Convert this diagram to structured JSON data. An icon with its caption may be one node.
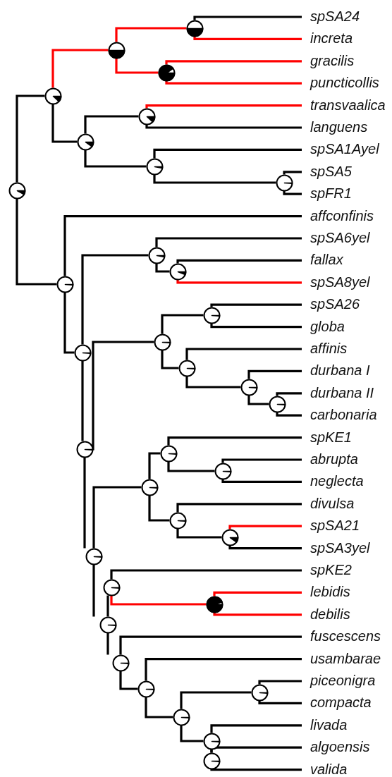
{
  "diagram": {
    "nodes": [
      {
        "text": [
          "spSA24"
        ]
      },
      {
        "text": [
          "increta"
        ]
      },
      {
        "text": [
          "gracilis"
        ]
      },
      {
        "text": [
          "puncticollis"
        ]
      },
      {
        "text": [
          "transvaalica"
        ]
      },
      {
        "text": [
          "languens"
        ]
      },
      {
        "text": [
          "spSA1Ayel"
        ]
      },
      {
        "text": [
          "spSA5"
        ]
      },
      {
        "text": [
          "spFR1"
        ]
      },
      {
        "text": [
          "affconfinis"
        ]
      },
      {
        "text": [
          "spSA6yel"
        ]
      },
      {
        "text": [
          "fallax"
        ]
      },
      {
        "text": [
          "spSA8yel"
        ]
      },
      {
        "text": [
          "spSA26"
        ]
      },
      {
        "text": [
          "globa"
        ]
      },
      {
        "text": [
          "affinis"
        ]
      },
      {
        "text": [
          "durbana I"
        ]
      },
      {
        "text": [
          "durbana II"
        ]
      },
      {
        "text": [
          "carbonaria"
        ]
      },
      {
        "text": [
          "spKE1"
        ]
      },
      {
        "text": [
          "abrupta"
        ]
      },
      {
        "text": [
          "neglecta"
        ]
      },
      {
        "text": [
          "divulsa"
        ]
      },
      {
        "text": [
          "spSA21"
        ]
      },
      {
        "text": [
          "spSA3yel"
        ]
      },
      {
        "text": [
          "spKE2"
        ]
      },
      {
        "text": [
          "lebidis"
        ]
      },
      {
        "text": [
          "debilis"
        ]
      },
      {
        "text": [
          "fuscescens"
        ]
      },
      {
        "text": [
          "usambarae"
        ]
      },
      {
        "text": [
          "piceonigra"
        ]
      },
      {
        "text": [
          "compacta"
        ]
      },
      {
        "text": [
          "livada"
        ]
      },
      {
        "text": [
          "algoensis"
        ]
      },
      {
        "text": [
          "valida"
        ]
      },
      {
        "text": [],
        "shape": "circle"
      },
      {
        "text": [],
        "shape": "circle"
      },
      {
        "text": [],
        "shape": "circle"
      },
      {
        "text": [],
        "shape": "circle"
      },
      {
        "text": [],
        "shape": "circle"
      },
      {
        "text": [],
        "shape": "circle"
      },
      {
        "text": [],
        "shape": "circle"
      },
      {
        "text": [],
        "shape": "circle"
      },
      {
        "text": [],
        "shape": "circle"
      },
      {
        "text": [],
        "shape": "circle"
      },
      {
        "text": [],
        "shape": "circle"
      },
      {
        "text": [],
        "shape": "circle"
      },
      {
        "text": [],
        "shape": "circle"
      },
      {
        "text": [],
        "shape": "circle"
      },
      {
        "text": [],
        "shape": "circle"
      },
      {
        "text": [],
        "shape": "circle"
      },
      {
        "text": [],
        "shape": "circle"
      },
      {
        "text": [],
        "shape": "circle"
      },
      {
        "text": [],
        "shape": "circle"
      },
      {
        "text": [],
        "shape": "circle"
      },
      {
        "text": [],
        "shape": "circle"
      },
      {
        "text": [],
        "shape": "circle"
      },
      {
        "text": [],
        "shape": "circle"
      },
      {
        "text": [],
        "shape": "circle"
      },
      {
        "text": [],
        "shape": "circle"
      },
      {
        "text": [],
        "shape": "circle"
      },
      {
        "text": [],
        "shape": "circle"
      },
      {
        "text": [],
        "shape": "circle"
      },
      {
        "text": [],
        "shape": "circle"
      },
      {
        "text": [],
        "shape": "circle"
      },
      {
        "text": [],
        "shape": "circle"
      },
      {
        "text": [],
        "shape": "circle"
      },
      {
        "text": [],
        "shape": "circle"
      },
      {
        "text": [],
        "shape": "circle"
      }
    ],
    "edges": [
      {
        "from": 43,
        "to": 38,
        "arrow": "none"
      },
      {
        "from": 43,
        "to": 46,
        "arrow": "none"
      },
      {
        "from": 38,
        "to": 36,
        "arrow": "none",
        "color": "#ff0000"
      },
      {
        "from": 38,
        "to": 40,
        "arrow": "none"
      },
      {
        "from": 36,
        "to": 35,
        "arrow": "none",
        "color": "#ff0000"
      },
      {
        "from": 36,
        "to": 37,
        "arrow": "none",
        "color": "#ff0000"
      },
      {
        "from": 35,
        "to": 0,
        "arrow": "none"
      },
      {
        "from": 35,
        "to": 1,
        "arrow": "none",
        "color": "#ff0000"
      },
      {
        "from": 37,
        "to": 2,
        "arrow": "none",
        "color": "#ff0000"
      },
      {
        "from": 37,
        "to": 3,
        "arrow": "none",
        "color": "#ff0000"
      },
      {
        "from": 40,
        "to": 39,
        "arrow": "none"
      },
      {
        "from": 40,
        "to": 41,
        "arrow": "none"
      },
      {
        "from": 39,
        "to": 4,
        "arrow": "none",
        "color": "#ff0000"
      },
      {
        "from": 39,
        "to": 5,
        "arrow": "none"
      },
      {
        "from": 41,
        "to": 6,
        "arrow": "none"
      },
      {
        "from": 41,
        "to": 42,
        "arrow": "none"
      },
      {
        "from": 42,
        "to": 7,
        "arrow": "none"
      },
      {
        "from": 42,
        "to": 8,
        "arrow": "none"
      },
      {
        "from": 46,
        "to": 9,
        "arrow": "none"
      },
      {
        "from": 46,
        "to": 49,
        "arrow": "none"
      },
      {
        "from": 49,
        "to": 44,
        "arrow": "none"
      },
      {
        "from": 49,
        "to": 53,
        "arrow": "none"
      },
      {
        "from": 44,
        "to": 10,
        "arrow": "none"
      },
      {
        "from": 44,
        "to": 45,
        "arrow": "none"
      },
      {
        "from": 45,
        "to": 11,
        "arrow": "none"
      },
      {
        "from": 45,
        "to": 12,
        "arrow": "none",
        "color": "#ff0000"
      },
      {
        "from": 53,
        "to": 48,
        "arrow": "none"
      },
      {
        "from": 53,
        "to": 59,
        "arrow": "none"
      },
      {
        "from": 48,
        "to": 47,
        "arrow": "none"
      },
      {
        "from": 48,
        "to": 50,
        "arrow": "none"
      },
      {
        "from": 47,
        "to": 13,
        "arrow": "none"
      },
      {
        "from": 47,
        "to": 14,
        "arrow": "none"
      },
      {
        "from": 50,
        "to": 15,
        "arrow": "none"
      },
      {
        "from": 50,
        "to": 51,
        "arrow": "none"
      },
      {
        "from": 51,
        "to": 16,
        "arrow": "none"
      },
      {
        "from": 51,
        "to": 52,
        "arrow": "none"
      },
      {
        "from": 52,
        "to": 17,
        "arrow": "none"
      },
      {
        "from": 52,
        "to": 18,
        "arrow": "none"
      },
      {
        "from": 59,
        "to": 56,
        "arrow": "none"
      },
      {
        "from": 59,
        "to": 62,
        "arrow": "none"
      },
      {
        "from": 56,
        "to": 54,
        "arrow": "none"
      },
      {
        "from": 56,
        "to": 57,
        "arrow": "none"
      },
      {
        "from": 54,
        "to": 19,
        "arrow": "none"
      },
      {
        "from": 54,
        "to": 55,
        "arrow": "none"
      },
      {
        "from": 55,
        "to": 20,
        "arrow": "none"
      },
      {
        "from": 55,
        "to": 21,
        "arrow": "none"
      },
      {
        "from": 57,
        "to": 22,
        "arrow": "none"
      },
      {
        "from": 57,
        "to": 58,
        "arrow": "none"
      },
      {
        "from": 58,
        "to": 23,
        "arrow": "none",
        "color": "#ff0000"
      },
      {
        "from": 58,
        "to": 24,
        "arrow": "none"
      },
      {
        "from": 62,
        "to": 60,
        "arrow": "none"
      },
      {
        "from": 62,
        "to": 63,
        "arrow": "none"
      },
      {
        "from": 60,
        "to": 25,
        "arrow": "none"
      },
      {
        "from": 60,
        "to": 61,
        "arrow": "none",
        "color": "#ff0000"
      },
      {
        "from": 61,
        "to": 26,
        "arrow": "none",
        "color": "#ff0000"
      },
      {
        "from": 61,
        "to": 27,
        "arrow": "none",
        "color": "#ff0000"
      },
      {
        "from": 63,
        "to": 28,
        "arrow": "none"
      },
      {
        "from": 63,
        "to": 64,
        "arrow": "none"
      },
      {
        "from": 64,
        "to": 29,
        "arrow": "none"
      },
      {
        "from": 64,
        "to": 66,
        "arrow": "none"
      },
      {
        "from": 66,
        "to": 65,
        "arrow": "none"
      },
      {
        "from": 66,
        "to": 67,
        "arrow": "none"
      },
      {
        "from": 65,
        "to": 30,
        "arrow": "none"
      },
      {
        "from": 65,
        "to": 31,
        "arrow": "none"
      },
      {
        "from": 67,
        "to": 32,
        "arrow": "none"
      },
      {
        "from": 67,
        "to": 68,
        "arrow": "none"
      },
      {
        "from": 68,
        "to": 33,
        "arrow": "none"
      },
      {
        "from": 68,
        "to": 34,
        "arrow": "none"
      }
    ]
  }
}
